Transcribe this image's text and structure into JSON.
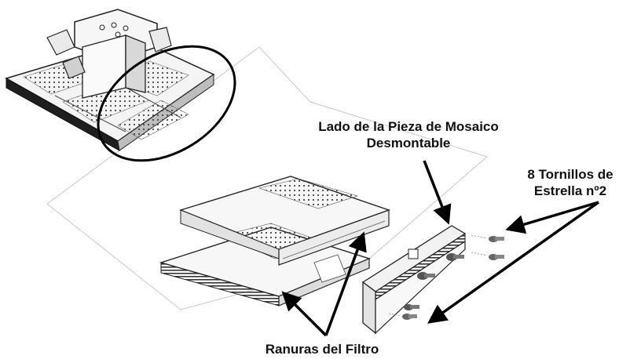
{
  "labels": {
    "tile_side": [
      "Lado de la Pieza de Mosaico",
      "Desmontable"
    ],
    "screws": [
      "8 Tornillos de",
      "Estrella nº2"
    ],
    "filter_slots": "Ranuras del Filtro"
  }
}
